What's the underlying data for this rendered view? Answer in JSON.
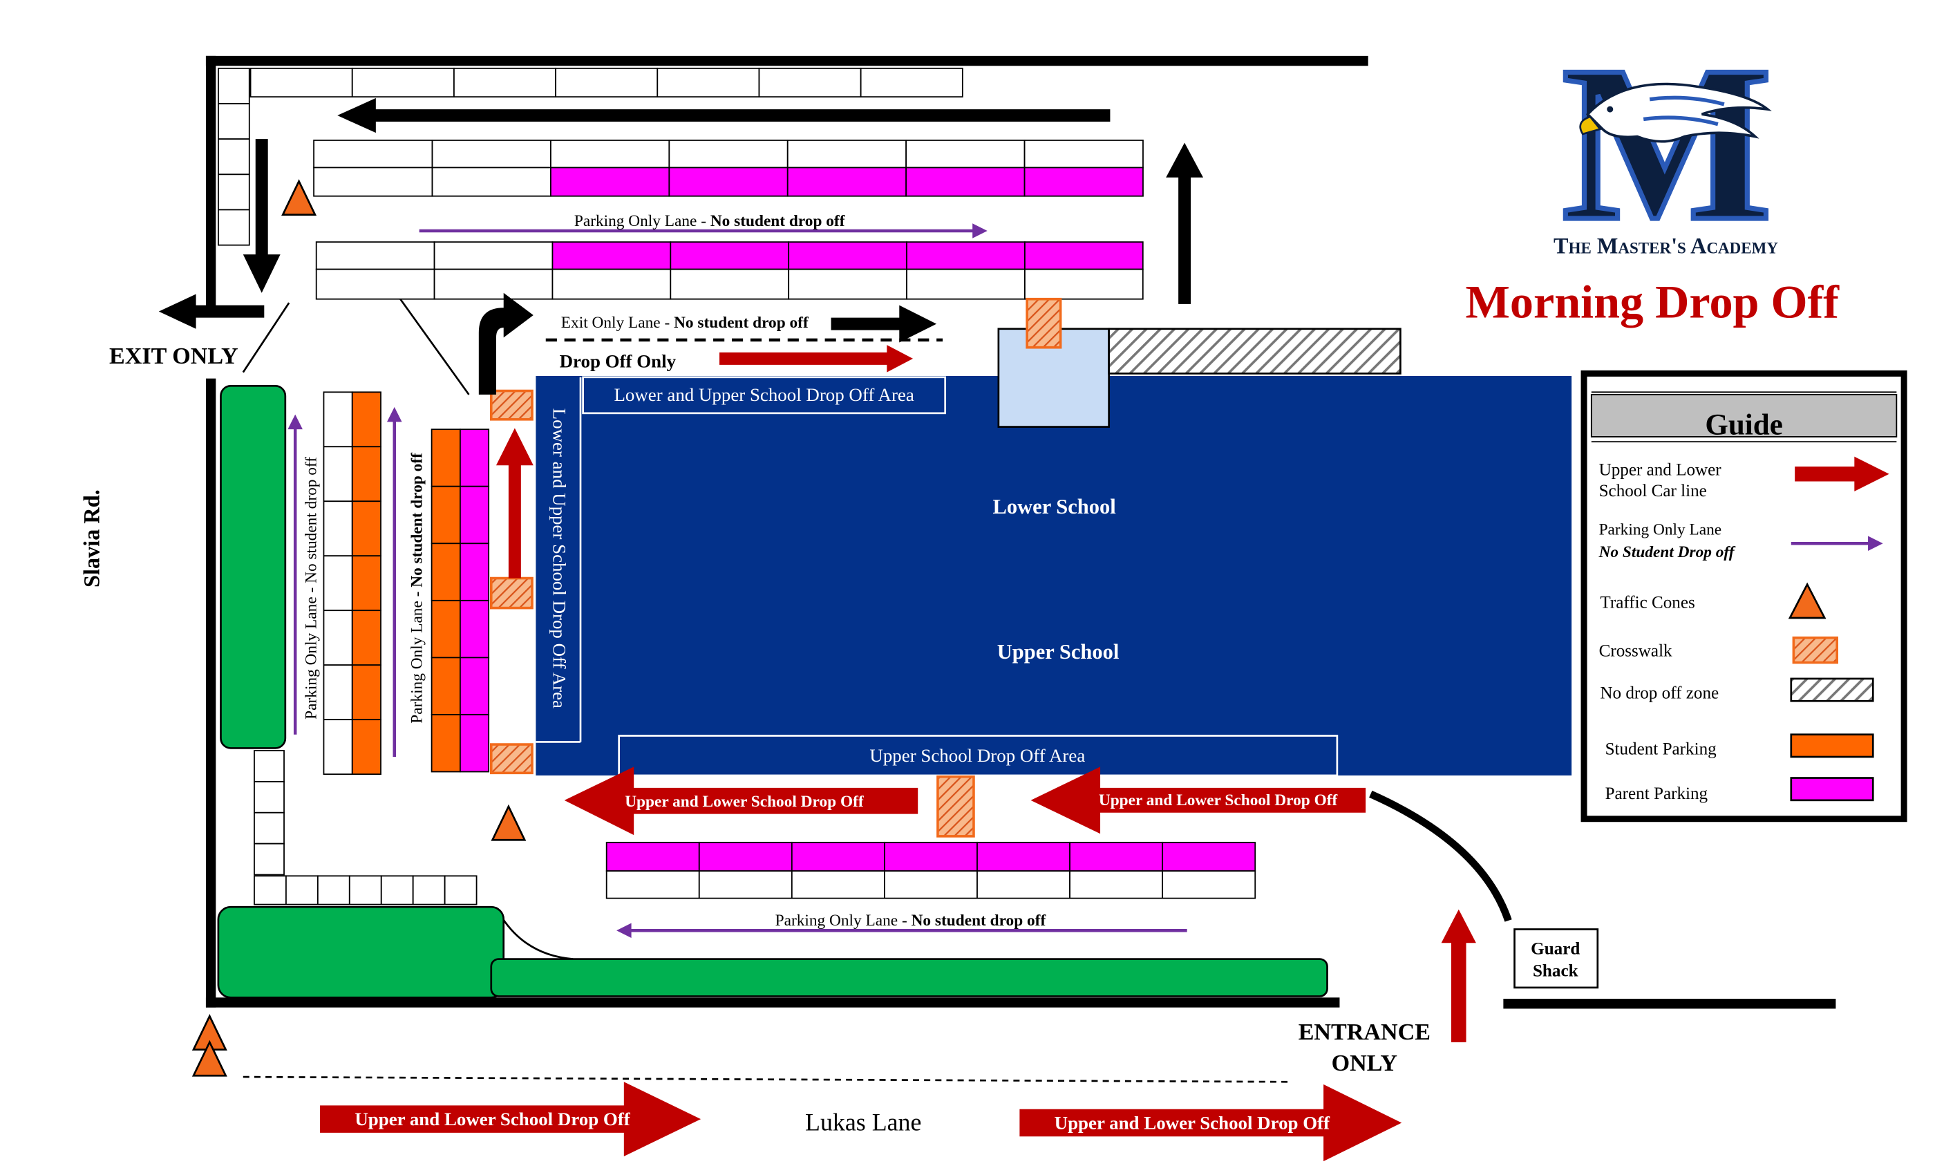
{
  "title": "Morning Drop Off",
  "school": {
    "name": "The Master's Academy",
    "logo_letter": "M"
  },
  "roads": {
    "west": "Slavia Rd.",
    "south": "Lukas Lane"
  },
  "labels": {
    "exit_only": "EXIT ONLY",
    "entrance_line1": "ENTRANCE",
    "entrance_line2": "ONLY",
    "guard_line1": "Guard",
    "guard_line2": "Shack",
    "lower_school": "Lower School",
    "upper_school": "Upper School",
    "lu_drop_area": "Lower and Upper School Drop Off Area",
    "upper_drop_area": "Upper School Drop Off Area",
    "drop_off_only": "Drop Off Only",
    "exit_lane_prefix": "Exit Only Lane - ",
    "exit_lane_suffix": "No student drop off",
    "parking_lane_prefix": "Parking Only Lane - ",
    "parking_lane_suffix": "No student drop off",
    "ul_drop": "Upper and Lower School Drop Off"
  },
  "guide": {
    "title": "Guide",
    "items": [
      {
        "line1": "Upper and Lower",
        "line2": "School Car line",
        "symbol": "red-arrow"
      },
      {
        "line1": "Parking Only Lane",
        "line2": "No Student Drop off",
        "symbol": "purple-arrow"
      },
      {
        "line1": "Traffic Cones",
        "symbol": "cone"
      },
      {
        "line1": "Crosswalk",
        "symbol": "crosswalk"
      },
      {
        "line1": "No drop off zone",
        "symbol": "no-drop-zone"
      },
      {
        "line1": "Student Parking",
        "symbol": "student-parking"
      },
      {
        "line1": "Parent Parking",
        "symbol": "parent-parking"
      }
    ]
  },
  "colors": {
    "building": "#03318a",
    "car_line_arrow": "#c00000",
    "parking_lane_arrow": "#7030a0",
    "green_area": "#00b050",
    "student_parking": "#ff6600",
    "parent_parking": "#ff00ff",
    "cone": "#f26a1b",
    "annex": "#c8dcf5"
  }
}
